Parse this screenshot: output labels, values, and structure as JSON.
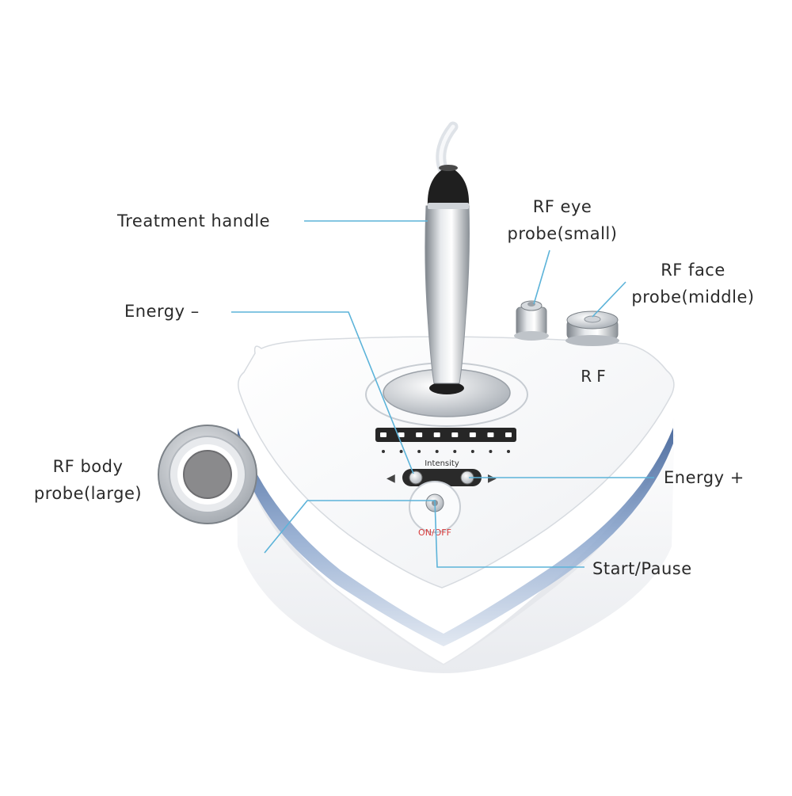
{
  "device": {
    "brand_mark": "RF",
    "intensity_label": "Intensity",
    "power_label": "ON/OFF",
    "intensity_level_count": 8
  },
  "callouts": {
    "treatment_handle": "Treatment handle",
    "energy_minus": "Energy –",
    "rf_body_probe_line1": "RF body",
    "rf_body_probe_line2": "probe(large)",
    "rf_eye_probe_line1": "RF eye",
    "rf_eye_probe_line2": "probe(small)",
    "rf_face_probe_line1": "RF face",
    "rf_face_probe_line2": "probe(middle)",
    "energy_plus": "Energy +",
    "start_pause": "Start/Pause"
  },
  "colors": {
    "leader_line": "#5cb3d9",
    "device_body": "#f4f5f7",
    "trim_blue": "#4a6fa8",
    "metal": "#b9bec4",
    "power_text": "#d83c3c",
    "panel_dark": "#262626"
  }
}
